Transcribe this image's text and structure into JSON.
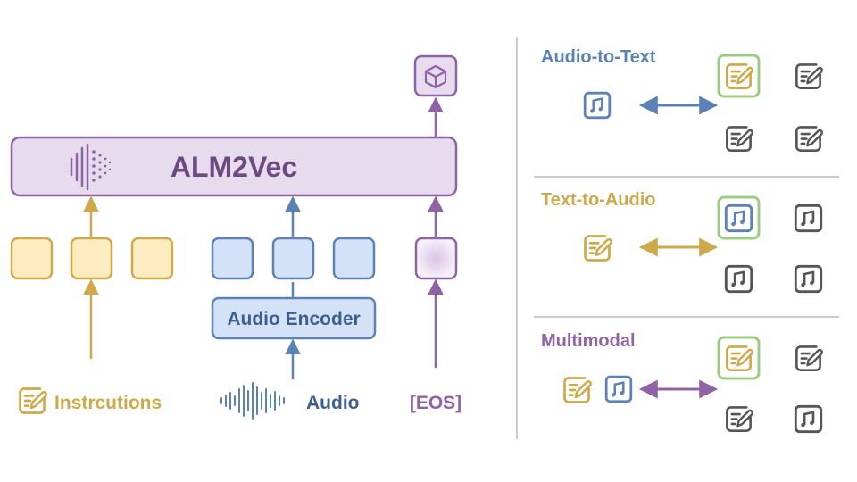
{
  "model": {
    "title": "ALM2Vec"
  },
  "encoder": {
    "label": "Audio Encoder"
  },
  "inputs": {
    "instructions": "Instrcutions",
    "audio": "Audio",
    "eos": "[EOS]"
  },
  "tasks": [
    {
      "title": "Audio-to-Text"
    },
    {
      "title": "Text-to-Audio"
    },
    {
      "title": "Multimodal"
    }
  ],
  "colors": {
    "purple": "#8e64a4",
    "purple_fill": "#e7dcee",
    "yellow": "#cda94a",
    "yellow_fill": "#fcecc0",
    "blue": "#5c81b5",
    "blue_fill": "#d4e2f7",
    "gray": "#555555",
    "green": "#9ccc84",
    "title_purple": "#6b4a7f"
  },
  "icons": [
    "note-edit-icon",
    "music-file-icon",
    "cube-embedding-icon",
    "waveform-icon",
    "audio-wave-logo-icon"
  ]
}
